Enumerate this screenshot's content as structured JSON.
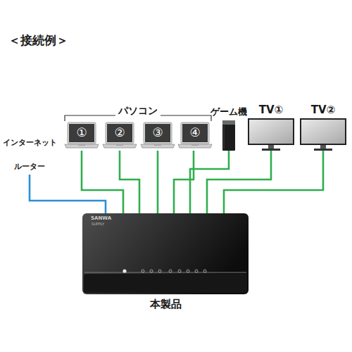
{
  "diagram": {
    "title": "＜接続例＞",
    "nodes": [
      {
        "text": [
          "①"
        ]
      },
      {
        "text": [
          "②"
        ]
      },
      {
        "text": [
          "③"
        ]
      },
      {
        "text": [
          "④"
        ]
      },
      {
        "text": [
          "ゲーム機"
        ]
      },
      {
        "text": [
          "TV①"
        ]
      },
      {
        "text": [
          "TV②"
        ]
      },
      {
        "text": [
          "インターネット",
          "ルーター"
        ]
      },
      {
        "text": [
          "本製品"
        ]
      }
    ],
    "edges": [
      {
        "from": 0,
        "to": 8,
        "arrow": "none"
      },
      {
        "from": 1,
        "to": 8,
        "arrow": "none"
      },
      {
        "from": 2,
        "to": 8,
        "arrow": "none"
      },
      {
        "from": 3,
        "to": 8,
        "arrow": "none"
      },
      {
        "from": 4,
        "to": 8,
        "arrow": "none"
      },
      {
        "from": 5,
        "to": 8,
        "arrow": "none"
      },
      {
        "from": 6,
        "to": 8,
        "arrow": "none"
      },
      {
        "from": 7,
        "to": 8,
        "arrow": "none"
      }
    ],
    "labels": [
      "パソコン",
      "SANWA",
      "SUPPLY"
    ]
  }
}
